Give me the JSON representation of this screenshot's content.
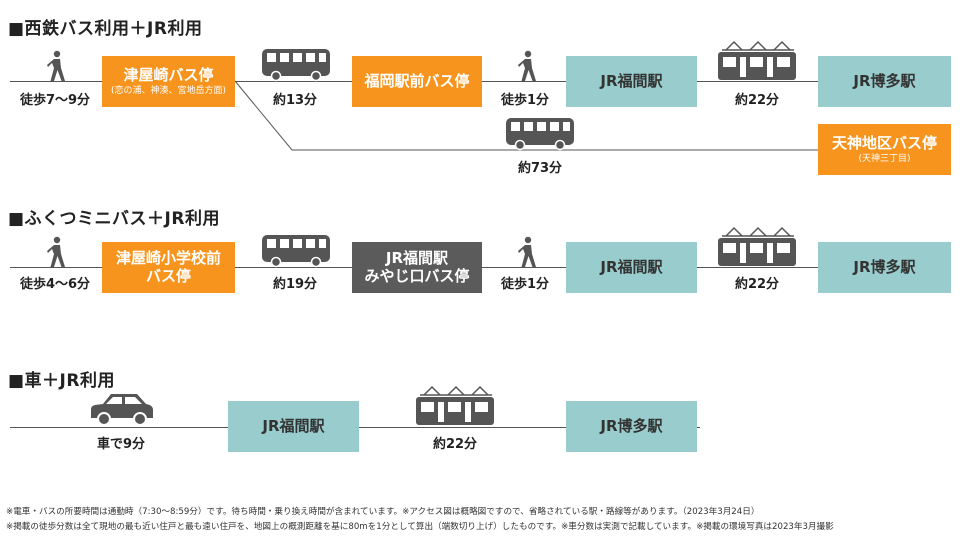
{
  "sections": [
    {
      "title": "■西鉄バス利用＋JR利用",
      "walk1": "徒歩7～9分",
      "stop1": {
        "name": "津屋崎バス停",
        "sub": "(恋の浦、神湊、宮地岳方面)"
      },
      "bus1": "約13分",
      "stop2": "福岡駅前バス停",
      "walk2": "徒歩1分",
      "station1": "JR福間駅",
      "train": "約22分",
      "station2": "JR博多駅",
      "bus2": "約73分",
      "stop3": {
        "name": "天神地区バス停",
        "sub": "(天神三丁目)"
      }
    },
    {
      "title": "■ふくつミニバス＋JR利用",
      "walk1": "徒歩4～6分",
      "stop1": {
        "line1": "津屋崎小学校前",
        "line2": "バス停"
      },
      "bus1": "約19分",
      "stop2": {
        "line1": "JR福間駅",
        "line2": "みやじ口バス停"
      },
      "walk2": "徒歩1分",
      "station1": "JR福間駅",
      "train": "約22分",
      "station2": "JR博多駅"
    },
    {
      "title": "■車＋JR利用",
      "car": "車で9分",
      "station1": "JR福間駅",
      "train": "約22分",
      "station2": "JR博多駅"
    }
  ],
  "notes": [
    "※電車・バスの所要時間は通勤時（7:30～8:59分）です。待ち時間・乗り換え時間が含まれています。※アクセス図は概略図ですので、省略されている駅・路線等があります。（2023年3月24日）",
    "※掲載の徒歩分数は全て現地の最も近い住戸と最も遠い住戸を、地図上の概測距離を基に80mを1分として算出（端数切り上げ）したものです。※車分数は実測で記載しています。※掲載の環境写真は2023年3月撮影"
  ],
  "icons": {
    "walk": "walking-person-icon",
    "bus": "bus-icon",
    "train": "train-icon",
    "car": "car-icon"
  },
  "colors": {
    "orange": "#f7941d",
    "teal": "#99cccc",
    "gray": "#5b5b5b",
    "line": "#555555"
  }
}
